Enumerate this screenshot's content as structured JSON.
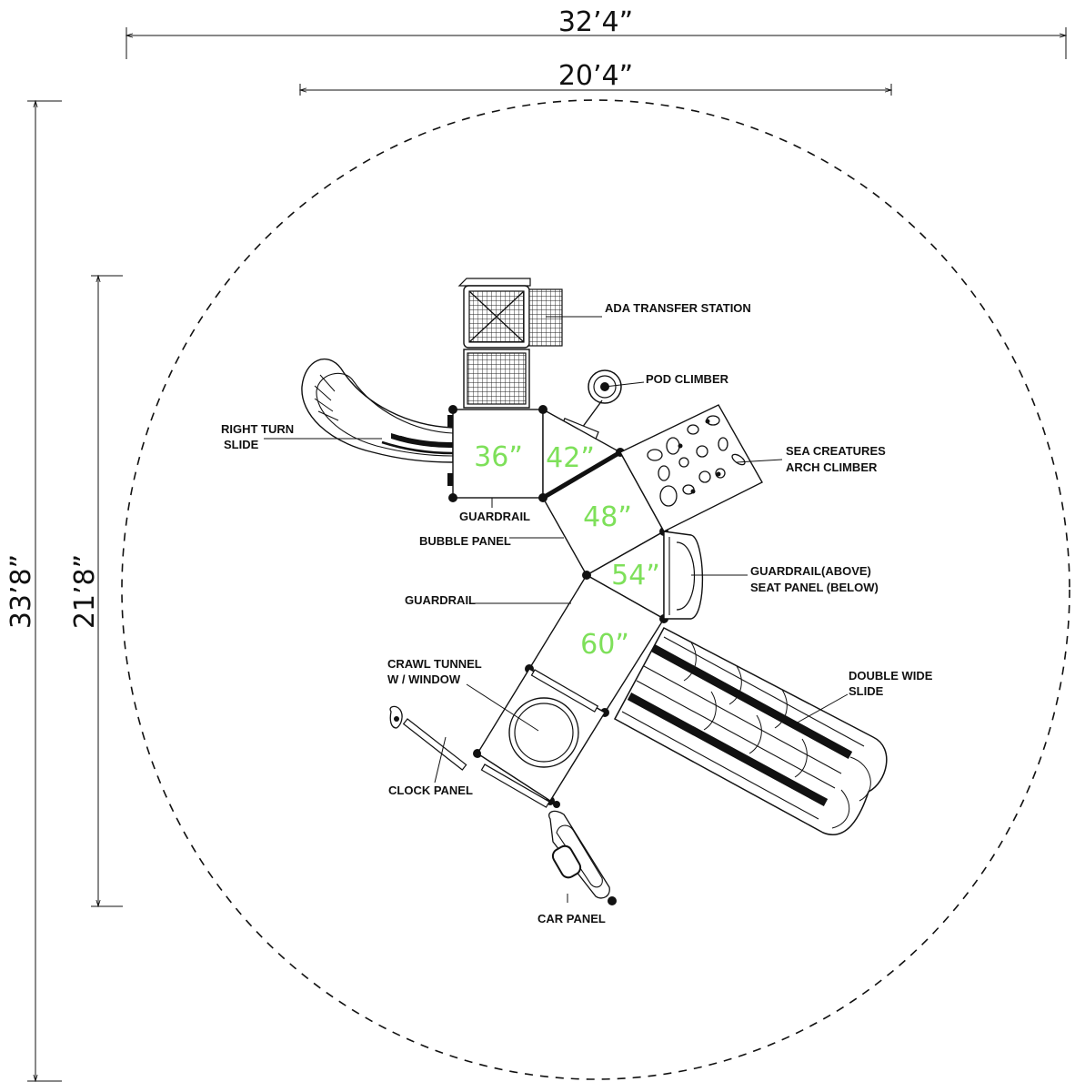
{
  "dimensions": {
    "overall_width": "32’4”",
    "inner_width": "20’4”",
    "overall_height": "33’8”",
    "inner_height": "21’8”"
  },
  "decks": {
    "d36": "36”",
    "d42": "42”",
    "d48": "48”",
    "d54": "54”",
    "d60": "60”"
  },
  "labels": {
    "ada_transfer_station": "ADA TRANSFER STATION",
    "pod_climber": "POD CLIMBER",
    "right_turn_slide_1": "RIGHT TURN",
    "right_turn_slide_2": "SLIDE",
    "sea_creatures_1": "SEA CREATURES",
    "sea_creatures_2": "ARCH CLIMBER",
    "guardrail_top": "GUARDRAIL",
    "bubble_panel": "BUBBLE PANEL",
    "guardrail_above_1": "GUARDRAIL(ABOVE)",
    "guardrail_above_2": "SEAT PANEL (BELOW)",
    "guardrail_mid": "GUARDRAIL",
    "crawl_tunnel_1": "CRAWL TUNNEL",
    "crawl_tunnel_2": "W / WINDOW",
    "double_wide_1": "DOUBLE WIDE",
    "double_wide_2": "SLIDE",
    "clock_panel": "CLOCK PANEL",
    "car_panel": "CAR PANEL"
  },
  "colors": {
    "deck_label": "#7ee05a",
    "line": "#111111"
  }
}
